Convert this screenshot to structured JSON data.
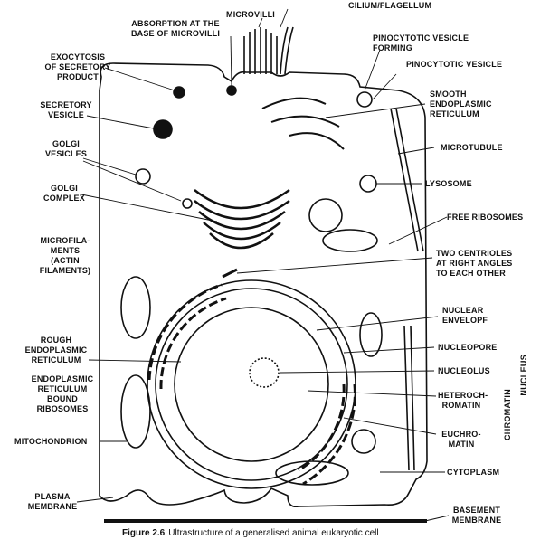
{
  "labels": {
    "cilium": "CILIUM/FLAGELLUM",
    "microvilli": "MICROVILLI",
    "absorption": "ABSORPTION AT THE\nBASE OF MICROVILLI",
    "exocytosis": "EXOCYTOSIS\nOF SECRETORY\nPRODUCT",
    "pino_forming": "PINOCYTOTIC VESICLE\nFORMING",
    "pino_vesicle": "PINOCYTOTIC VESICLE",
    "secretory": "SECRETORY\nVESICLE",
    "smooth_er": "SMOOTH\nENDOPLASMIC\nRETICULUM",
    "golgi_vesicles": "GOLGI\nVESICLES",
    "microtubule": "MICROTUBULE",
    "lysosome": "LYSOSOME",
    "golgi_complex": "GOLGI\nCOMPLEX",
    "free_ribosomes": "FREE RIBOSOMES",
    "microfilaments": "MICROFILA-\nMENTS\n(ACTIN\nFILAMENTS)",
    "centrioles": "TWO CENTRIOLES\nAT RIGHT ANGLES\nTO EACH OTHER",
    "nuclear_envelope": "NUCLEAR\nENVELOPF",
    "rough_er": "ROUGH\nENDOPLASMIC\nRETICULUM",
    "nucleopore": "NUCLEOPORE",
    "er_bound": "ENDOPLASMIC\nRETICULUM\nBOUND\nRIBOSOMES",
    "nucleolus": "NUCLEOLUS",
    "heterochromatin": "HETEROCH-\nROMATIN",
    "euchromatin": "EUCHRO-\nMATIN",
    "chromatin": "CHROMATIN",
    "nucleus": "NUCLEUS",
    "mitochondrion": "MITOCHONDRION",
    "cytoplasm": "CYTOPLASM",
    "plasma_membrane": "PLASMA\nMEMBRANE",
    "basement_membrane": "BASEMENT\nMEMBRANE"
  },
  "caption": {
    "number": "Figure 2.6",
    "text": "Ultrastructure of a generalised animal eukaryotic cell"
  }
}
